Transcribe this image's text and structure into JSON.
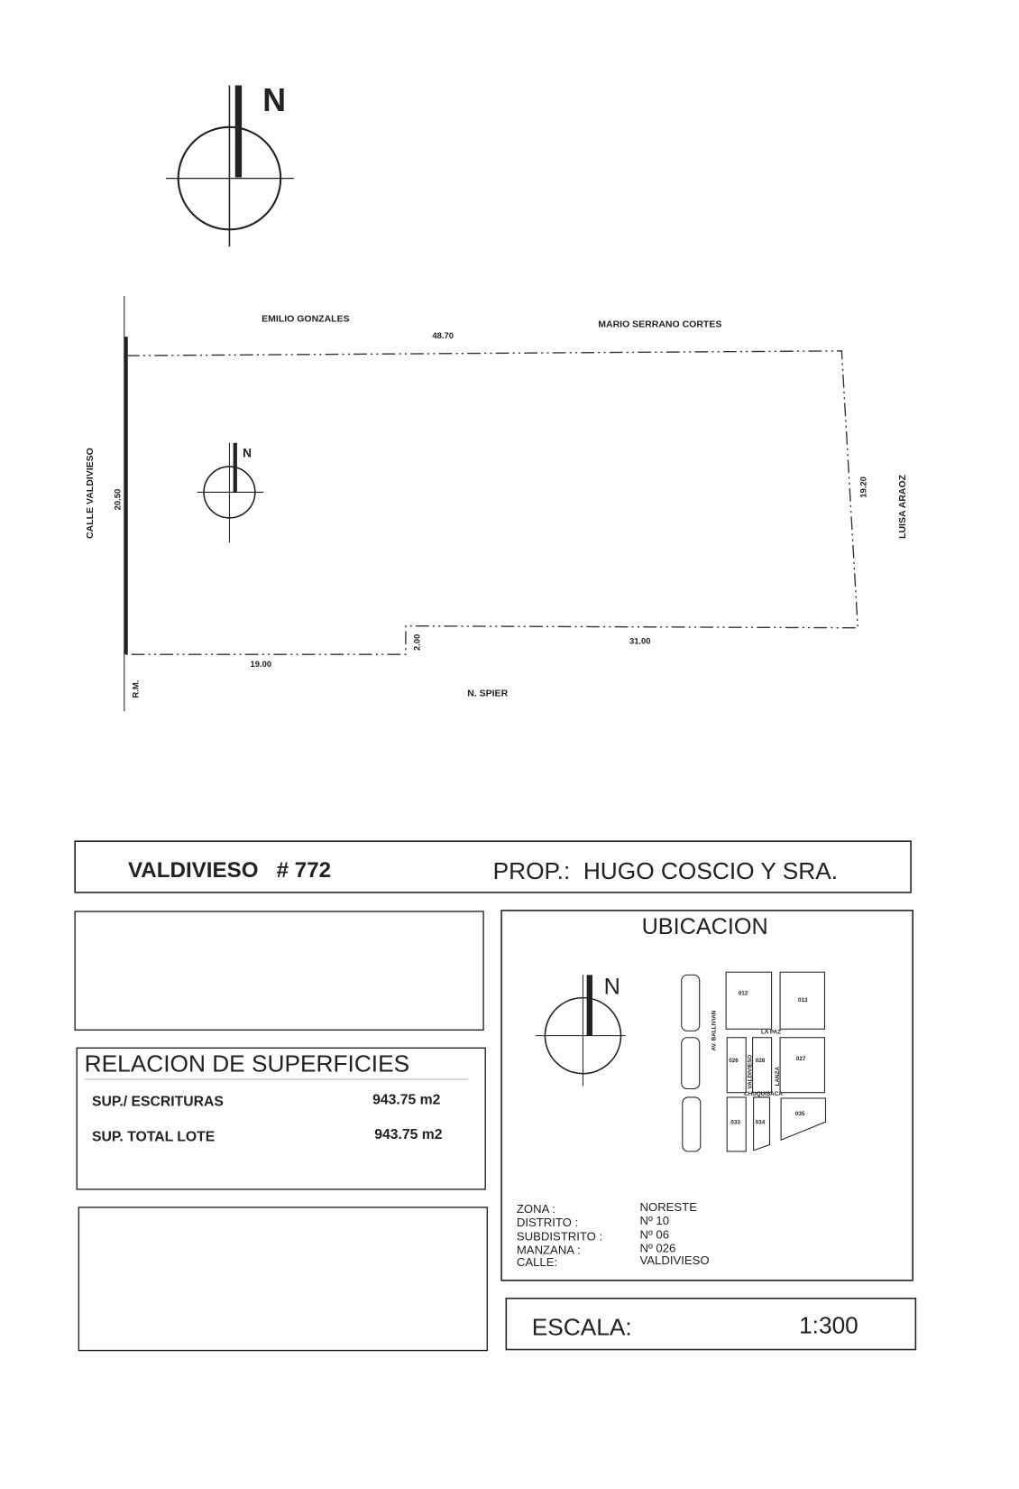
{
  "north_label": "N",
  "plan": {
    "north_neighbor_left": "EMILIO GONZALES",
    "north_neighbor_right": "MARIO SERRANO CORTES",
    "north_length": "48.70",
    "west_street": "CALLE VALDIVIESO",
    "west_length": "20.50",
    "east_neighbor": "LUISA ARAOZ",
    "east_length": "19.20",
    "south_left_length": "19.00",
    "south_step_length": "2.00",
    "south_right_length": "31.00",
    "south_neighbor": "N. SPIER",
    "rm_label": "R.M."
  },
  "title_block": {
    "address": "VALDIVIESO   # 772",
    "owner": "PROP.:  HUGO COSCIO Y SRA."
  },
  "superficies": {
    "title": "RELACION DE SUPERFICIES",
    "rows": [
      {
        "label": "SUP./ ESCRITURAS",
        "value": "943.75 m2"
      },
      {
        "label": "SUP. TOTAL LOTE",
        "value": "943.75 m2"
      }
    ]
  },
  "ubicacion": {
    "title": "UBICACION",
    "streets": {
      "av": "AV. BALLIVIAN",
      "lapaz": "LA PAZ",
      "valdivieso": "VALDIVIESO",
      "lanza": "LANZA",
      "chuqui": "CHUQUISACA"
    },
    "blocks": [
      "012",
      "013",
      "026",
      "028",
      "027",
      "033",
      "034",
      "035"
    ],
    "info": [
      {
        "label": "ZONA :",
        "value": "NORESTE"
      },
      {
        "label": "DISTRITO :",
        "value": "Nº 10"
      },
      {
        "label": "SUBDISTRITO :",
        "value": "Nº 06"
      },
      {
        "label": "MANZANA :",
        "value": "Nº 026"
      },
      {
        "label": "CALLE:",
        "value": "VALDIVIESO"
      }
    ]
  },
  "escala": {
    "label": "ESCALA:",
    "value": "1:300"
  }
}
